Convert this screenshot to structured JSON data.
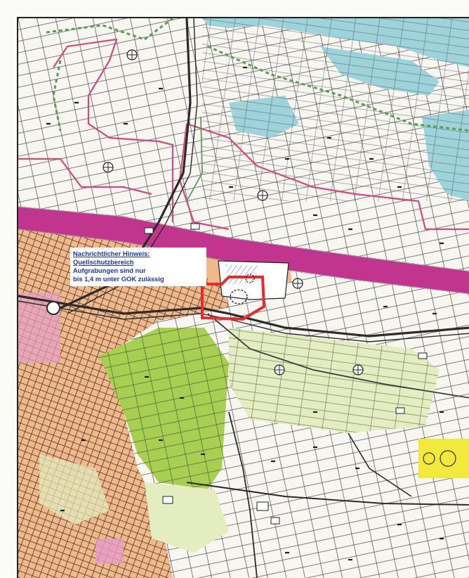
{
  "note": {
    "title": "Nachrichtlicher Hinweis:",
    "heading": "Quellschutzbereich",
    "line1": "Aufgrabungen sind nur",
    "line2": "bis 1,4 m unter GOK zulässig"
  },
  "colors": {
    "water": "#9fd3dc",
    "settlement": "#f1b98a",
    "green_area": "#a8cf52",
    "light_green": "#e4edc0",
    "magenta_band": "#c2358f",
    "boundary_red": "#e52a30",
    "boundary_pink": "#d4497f",
    "protection_green": "#5a9d55",
    "yellow_area": "#f2e93c",
    "note_text": "#1f36a8"
  }
}
